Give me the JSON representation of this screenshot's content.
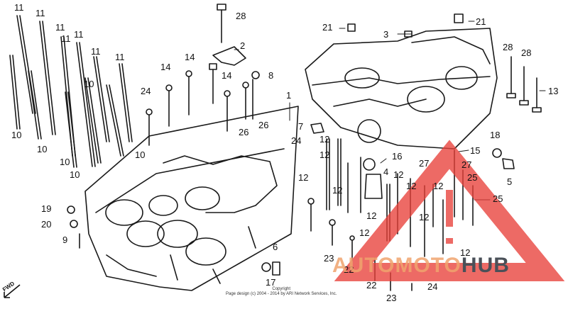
{
  "labels": [
    "11",
    "11",
    "11",
    "11",
    "11",
    "11",
    "11",
    "10",
    "10",
    "10",
    "10",
    "10",
    "10",
    "24",
    "14",
    "14",
    "28",
    "2",
    "14",
    "8",
    "26",
    "26",
    "1",
    "7",
    "24",
    "12",
    "12",
    "12",
    "12",
    "12",
    "12",
    "12",
    "12",
    "12",
    "12",
    "16",
    "4",
    "21",
    "3",
    "21",
    "28",
    "28",
    "13",
    "15",
    "18",
    "5",
    "27",
    "27",
    "25",
    "25",
    "19",
    "20",
    "9",
    "17",
    "6",
    "23",
    "22",
    "22",
    "23",
    "24",
    "12"
  ],
  "copyright": [
    "Copyright",
    "Page design (c) 2004 - 2014 by ARI Network Services, Inc."
  ],
  "fwd_label": "FWD",
  "watermark": {
    "part1": "AUTOMOTO",
    "part2": "HUB",
    "color": "#e8403a"
  }
}
